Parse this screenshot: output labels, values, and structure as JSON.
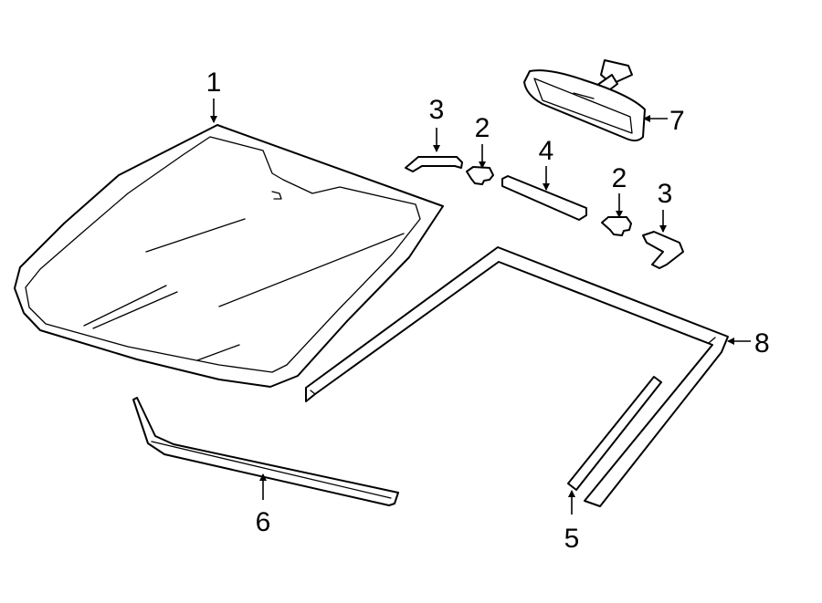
{
  "callouts": {
    "windshield": "1",
    "clip_left": "2",
    "clip_right": "2",
    "bracket_left": "3",
    "bracket_right": "3",
    "upper_strip": "4",
    "side_molding": "5",
    "lower_molding": "6",
    "rear_view_mirror": "7",
    "reveal_molding": "8"
  },
  "colors": {
    "line": "#000000",
    "background": "#ffffff"
  }
}
